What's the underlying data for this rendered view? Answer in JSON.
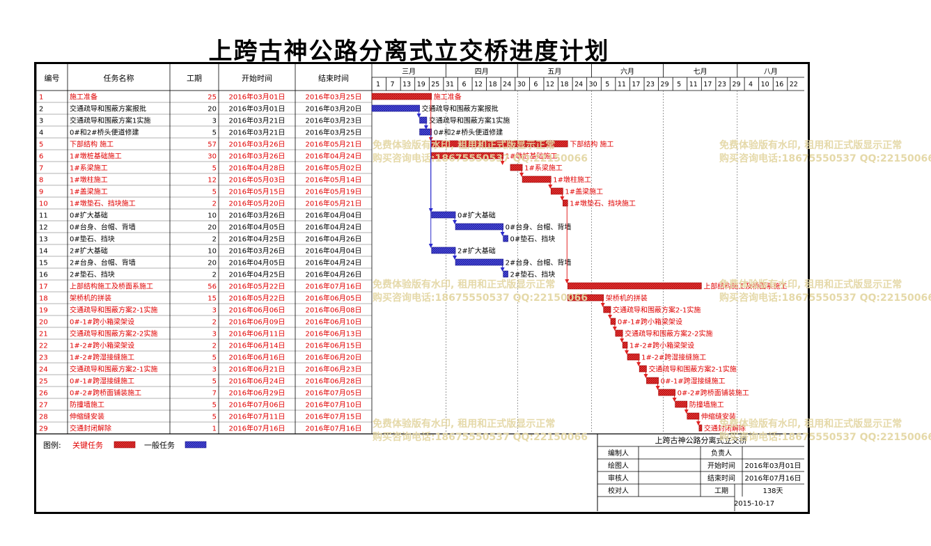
{
  "title": "上跨古神公路分离式立交桥进度计划",
  "headers": {
    "no": "编号",
    "name": "任务名称",
    "dur": "工期",
    "start": "开始时间",
    "end": "结束时间"
  },
  "months": [
    "三月",
    "四月",
    "五月",
    "六月",
    "七月",
    "八月"
  ],
  "days": [
    "1",
    "7",
    "13",
    "19",
    "25",
    "31",
    "6",
    "12",
    "18",
    "24",
    "30",
    "6",
    "12",
    "18",
    "24",
    "30",
    "5",
    "11",
    "17",
    "23",
    "29",
    "5",
    "11",
    "17",
    "23",
    "29",
    "4",
    "10",
    "16",
    "22"
  ],
  "colors": {
    "critical": "#e02020",
    "normal": "#2a2acc",
    "critical_text": "#e00000",
    "normal_text": "#000000"
  },
  "tasks": [
    {
      "no": "1",
      "name": "施工准备",
      "dur": "25",
      "start": "2016年03月01日",
      "end": "2016年03月25日",
      "critical": true
    },
    {
      "no": "2",
      "name": "交通疏导和围蔽方案报批",
      "dur": "20",
      "start": "2016年03月01日",
      "end": "2016年03月20日",
      "critical": false
    },
    {
      "no": "3",
      "name": "交通疏导和围蔽方案1实施",
      "dur": "3",
      "start": "2016年03月21日",
      "end": "2016年03月23日",
      "critical": false
    },
    {
      "no": "4",
      "name": "0#和2#桥头便道修建",
      "dur": "5",
      "start": "2016年03月21日",
      "end": "2016年03月25日",
      "critical": false
    },
    {
      "no": "5",
      "name": " 下部结构 施工",
      "dur": "57",
      "start": "2016年03月26日",
      "end": "2016年05月21日",
      "critical": true
    },
    {
      "no": "6",
      "name": "1#墩桩基础施工",
      "dur": "30",
      "start": "2016年03月26日",
      "end": "2016年04月24日",
      "critical": true
    },
    {
      "no": "7",
      "name": "1#系梁施工",
      "dur": "5",
      "start": "2016年04月28日",
      "end": "2016年05月02日",
      "critical": true
    },
    {
      "no": "8",
      "name": "1#墩柱施工",
      "dur": "12",
      "start": "2016年05月03日",
      "end": "2016年05月14日",
      "critical": true
    },
    {
      "no": "9",
      "name": "1#盖梁施工",
      "dur": "5",
      "start": "2016年05月15日",
      "end": "2016年05月19日",
      "critical": true
    },
    {
      "no": "10",
      "name": "1#墩垫石、挡块施工",
      "dur": "2",
      "start": "2016年05月20日",
      "end": "2016年05月21日",
      "critical": true
    },
    {
      "no": "11",
      "name": "0#扩大基础",
      "dur": "10",
      "start": "2016年03月26日",
      "end": "2016年04月04日",
      "critical": false
    },
    {
      "no": "12",
      "name": "0#台身、台帽、背墙",
      "dur": "20",
      "start": "2016年04月05日",
      "end": "2016年04月24日",
      "critical": false
    },
    {
      "no": "13",
      "name": "0#垫石、挡块",
      "dur": "2",
      "start": "2016年04月25日",
      "end": "2016年04月26日",
      "critical": false
    },
    {
      "no": "14",
      "name": "2#扩大基础",
      "dur": "10",
      "start": "2016年03月26日",
      "end": "2016年04月04日",
      "critical": false
    },
    {
      "no": "15",
      "name": "2#台身、台帽、背墙",
      "dur": "20",
      "start": "2016年04月05日",
      "end": "2016年04月24日",
      "critical": false
    },
    {
      "no": "16",
      "name": "2#垫石、挡块",
      "dur": "2",
      "start": "2016年04月25日",
      "end": "2016年04月26日",
      "critical": false
    },
    {
      "no": "17",
      "name": "上部结构施工及桥面系施工",
      "dur": "56",
      "start": "2016年05月22日",
      "end": "2016年07月16日",
      "critical": true
    },
    {
      "no": "18",
      "name": "架桥机的拼装",
      "dur": "15",
      "start": "2016年05月22日",
      "end": "2016年06月05日",
      "critical": true
    },
    {
      "no": "19",
      "name": "交通疏导和围蔽方案2-1实施",
      "dur": "3",
      "start": "2016年06月06日",
      "end": "2016年06月08日",
      "critical": true
    },
    {
      "no": "20",
      "name": "0#-1#跨小箱梁架设",
      "dur": "2",
      "start": "2016年06月09日",
      "end": "2016年06月10日",
      "critical": true
    },
    {
      "no": "21",
      "name": "交通疏导和围蔽方案2-2实施",
      "dur": "3",
      "start": "2016年06月11日",
      "end": "2016年06月13日",
      "critical": true
    },
    {
      "no": "22",
      "name": "1#-2#跨小箱梁架设",
      "dur": "2",
      "start": "2016年06月14日",
      "end": "2016年06月15日",
      "critical": true
    },
    {
      "no": "23",
      "name": "1#-2#跨湿接缝施工",
      "dur": "5",
      "start": "2016年06月16日",
      "end": "2016年06月20日",
      "critical": true
    },
    {
      "no": "24",
      "name": "交通疏导和围蔽方案2-1实施",
      "dur": "3",
      "start": "2016年06月21日",
      "end": "2016年06月23日",
      "critical": true
    },
    {
      "no": "25",
      "name": "0#-1#跨湿接缝施工",
      "dur": "5",
      "start": "2016年06月24日",
      "end": "2016年06月28日",
      "critical": true
    },
    {
      "no": "26",
      "name": "0#-2#跨桥面铺装施工",
      "dur": "7",
      "start": "2016年06月29日",
      "end": "2016年07月05日",
      "critical": true
    },
    {
      "no": "27",
      "name": "防撞墙施工",
      "dur": "5",
      "start": "2016年07月06日",
      "end": "2016年07月10日",
      "critical": true
    },
    {
      "no": "28",
      "name": "伸缩缝安装",
      "dur": "5",
      "start": "2016年07月11日",
      "end": "2016年07月15日",
      "critical": true
    },
    {
      "no": "29",
      "name": "交通封闭解除",
      "dur": "1",
      "start": "2016年07月16日",
      "end": "2016年07月16日",
      "critical": true
    }
  ],
  "legend": {
    "label": "图例:",
    "critical": "关键任务",
    "normal": "一般任务"
  },
  "info": {
    "title": "上跨古神公路分离式立交桥",
    "editor": "编制人",
    "owner": "负责人",
    "drawer": "绘图人",
    "start_label": "开始时间",
    "start_value": "2016年03月01日",
    "reviewer": "审核人",
    "end_label": "结束时间",
    "end_value": "2016年07月16日",
    "checker": "校对人",
    "dur_label": "工期",
    "dur_value": "138天",
    "date": "2015-10-17"
  },
  "watermark": {
    "line1": "免费体验版有水印, 租用和正式版显示正常",
    "line2": "购买咨询电话:18675550537 QQ:22150066"
  }
}
